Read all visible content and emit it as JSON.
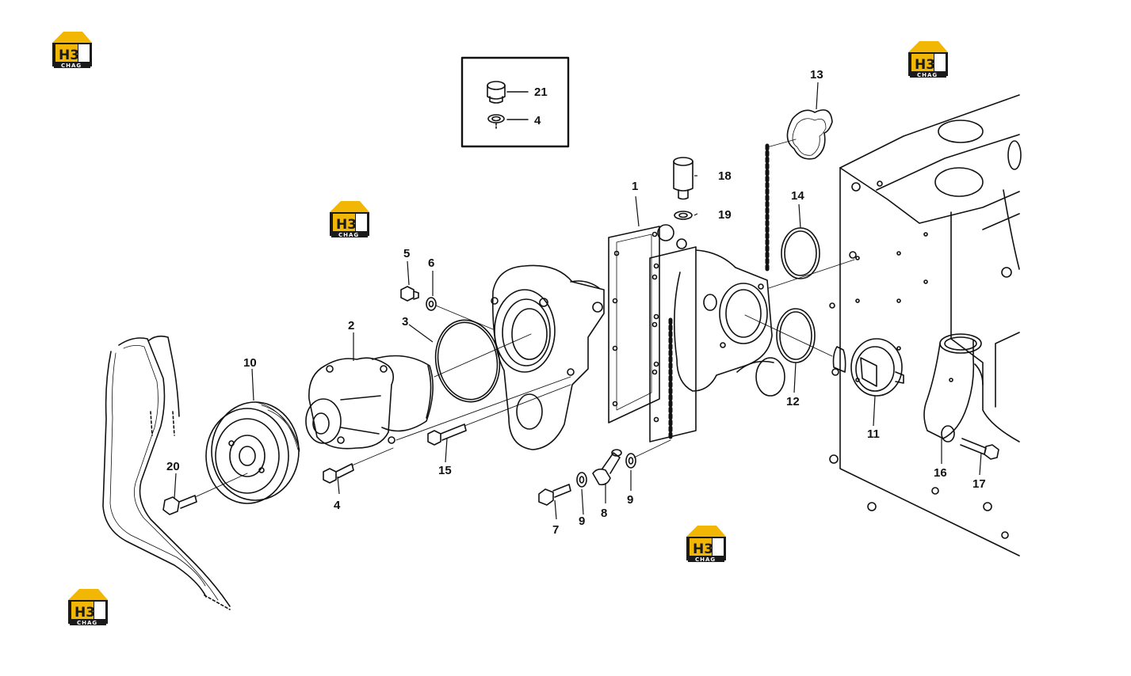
{
  "callouts": {
    "c1": "1",
    "c2": "2",
    "c3": "3",
    "c4a": "4",
    "c4b": "4",
    "c5": "5",
    "c6": "6",
    "c7": "7",
    "c8": "8",
    "c9a": "9",
    "c9b": "9",
    "c10": "10",
    "c11": "11",
    "c12": "12",
    "c13": "13",
    "c14": "14",
    "c15": "15",
    "c16": "16",
    "c17": "17",
    "c18": "18",
    "c19": "19",
    "c20": "20",
    "c21": "21"
  },
  "watermark": {
    "text_top": "H3",
    "text_bottom": "CHAG",
    "colors": {
      "roof": "#f2b705",
      "dark": "#1a1a1a",
      "light": "#ffffff"
    }
  },
  "colors": {
    "line": "#111111",
    "background": "#ffffff"
  }
}
